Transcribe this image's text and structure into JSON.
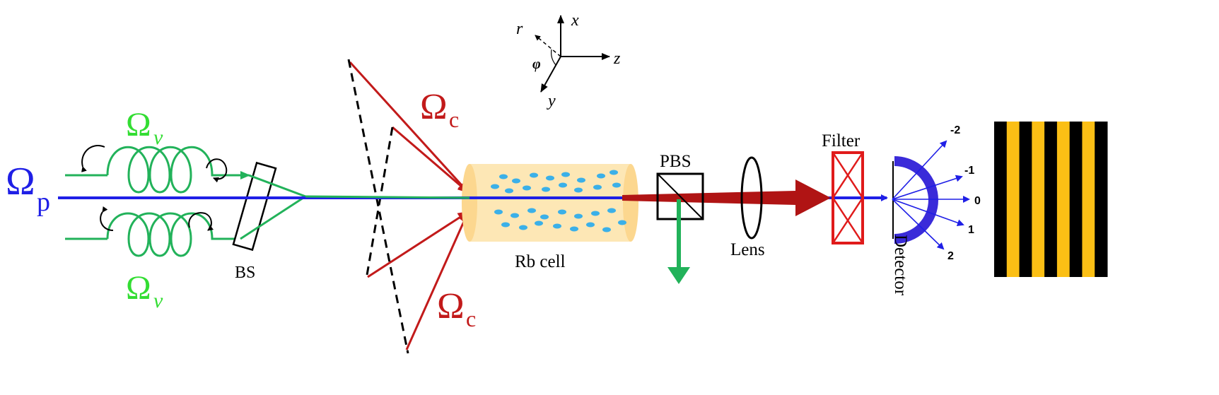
{
  "labels": {
    "omega_symbol": "Ω",
    "probe_sub": "p",
    "control_sub": "c",
    "vortex_sub": "v",
    "bs": "BS",
    "rb_cell": "Rb cell",
    "pbs": "PBS",
    "lens": "Lens",
    "filter": "Filter",
    "detector": "Detector"
  },
  "axes": {
    "x": "x",
    "z": "z",
    "y": "y",
    "r": "r",
    "phi": "φ"
  },
  "orders": [
    "-2",
    "-1",
    "0",
    "1",
    "2"
  ],
  "colors": {
    "probe": "#1f1fe6",
    "vortex": "#22b25a",
    "vortex_label": "#33dd33",
    "control": "#c21a1a",
    "cell_fill": "#fde3a8",
    "atoms": "#3bb0e8",
    "filter": "#e01b1b",
    "fringe_dark": "#000000",
    "fringe_light": "#fbbf15"
  }
}
